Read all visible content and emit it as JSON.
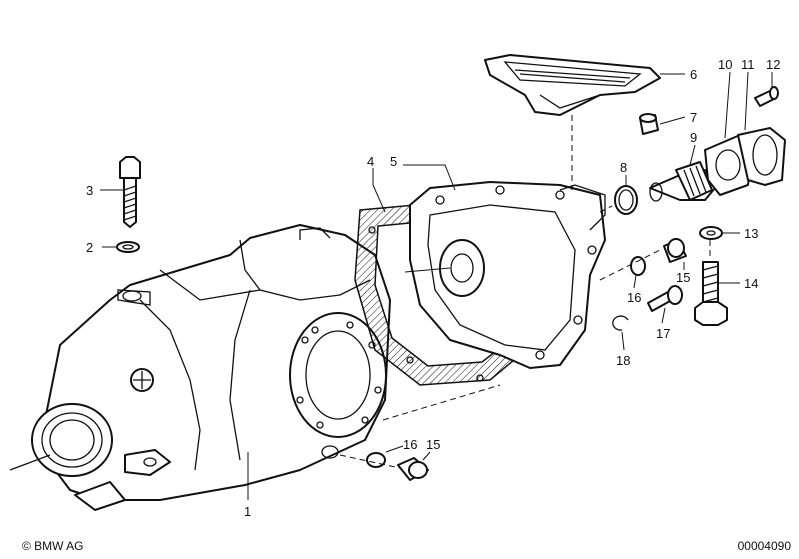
{
  "callouts": {
    "c1": "1",
    "c2": "2",
    "c3": "3",
    "c4": "4",
    "c5": "5",
    "c6": "6",
    "c7": "7",
    "c8": "8",
    "c9": "9",
    "c10": "10",
    "c11": "11",
    "c12": "12",
    "c13": "13",
    "c14": "14",
    "c15a": "15",
    "c15b": "15",
    "c16a": "16",
    "c16b": "16",
    "c17": "17",
    "c18": "18"
  },
  "footer": {
    "copyright": "© BMW AG",
    "document_number": "00004090"
  }
}
